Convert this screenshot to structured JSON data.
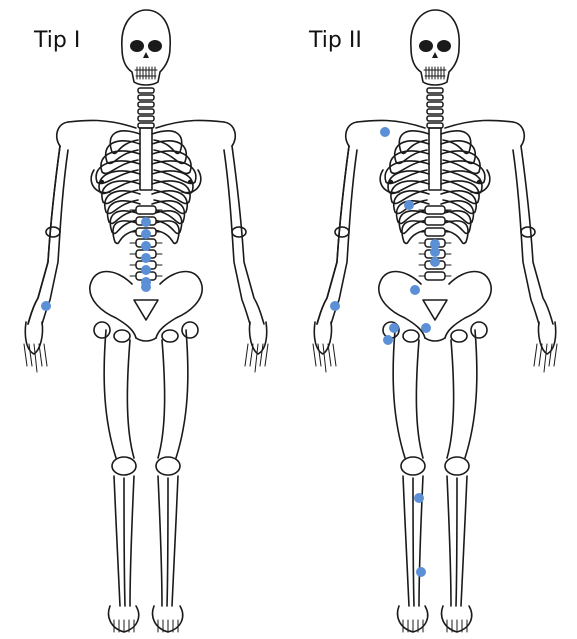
{
  "panels": [
    {
      "title": "Tip I",
      "marker_color": "#5b8fd6",
      "markers": [
        {
          "region": "left-wrist"
        },
        {
          "region": "lumbar-spine-1"
        },
        {
          "region": "lumbar-spine-2"
        },
        {
          "region": "lumbar-spine-3"
        },
        {
          "region": "lumbar-spine-4"
        },
        {
          "region": "lumbar-spine-5"
        },
        {
          "region": "lumbar-spine-6"
        },
        {
          "region": "sacrum"
        }
      ]
    },
    {
      "title": "Tip II",
      "marker_color": "#5b8fd6",
      "markers": [
        {
          "region": "right-shoulder"
        },
        {
          "region": "left-rib"
        },
        {
          "region": "lumbar-spine-1"
        },
        {
          "region": "lumbar-spine-2"
        },
        {
          "region": "lumbar-spine-3"
        },
        {
          "region": "left-wrist"
        },
        {
          "region": "left-iliac"
        },
        {
          "region": "left-hip"
        },
        {
          "region": "left-femur-head"
        },
        {
          "region": "pubis"
        },
        {
          "region": "left-tibia-upper"
        },
        {
          "region": "left-tibia-lower"
        }
      ]
    }
  ]
}
